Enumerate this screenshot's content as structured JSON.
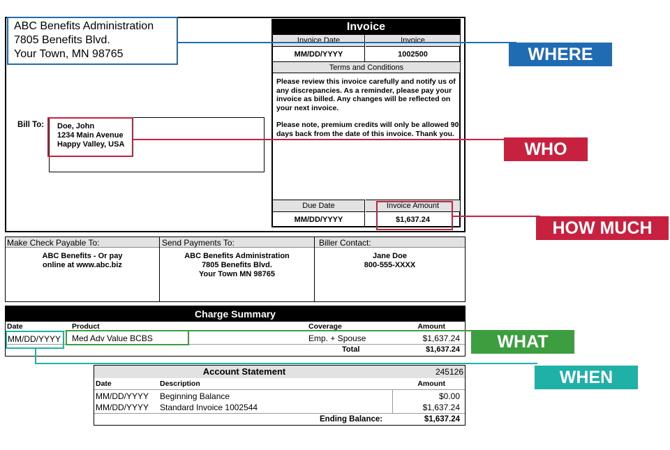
{
  "sender": {
    "name": "ABC Benefits Administration",
    "street": "7805 Benefits Blvd.",
    "city": "Your Town, MN  98765"
  },
  "bill_to": {
    "label": "Bill To:",
    "name": "Doe, John",
    "street": "1234 Main Avenue",
    "city": "Happy Valley, USA"
  },
  "invoice": {
    "title": "Invoice",
    "date_header": "Invoice Date",
    "number_header": "Invoice",
    "date": "MM/DD/YYYY",
    "number": "1002500",
    "terms_header": "Terms and Conditions",
    "terms_p1": "Please review this invoice carefully and notify us of any discrepancies.  As a reminder, please pay your invoice as billed.  Any changes will be reflected on your next invoice.",
    "terms_p2": "Please note, premium credits will only be allowed 90 days back from the date of this invoice. Thank you.",
    "due_header": "Due Date",
    "amount_header": "Invoice Amount",
    "due_date": "MM/DD/YYYY",
    "amount": "$1,637.24"
  },
  "payment": {
    "payable_header": "Make Check Payable To:",
    "payable_line1": "ABC Benefits - Or pay",
    "payable_line2": "online at www.abc.biz",
    "send_header": "Send Payments To:",
    "send_line1": "ABC Benefits Administration",
    "send_line2": "7805 Benefits Blvd.",
    "send_line3": "Your Town MN  98765",
    "contact_header": "Biller Contact:",
    "contact_name": "Jane Doe",
    "contact_phone": "800-555-XXXX"
  },
  "charge_summary": {
    "title": "Charge Summary",
    "headers": {
      "date": "Date",
      "product": "Product",
      "coverage": "Coverage",
      "amount": "Amount"
    },
    "row": {
      "date": "MM/DD/YYYY",
      "product": "Med Adv Value BCBS",
      "coverage": "Emp. + Spouse",
      "amount": "$1,637.24"
    },
    "total_label": "Total",
    "total": "$1,637.24"
  },
  "account_statement": {
    "title": "Account Statement",
    "account_number": "245126",
    "headers": {
      "date": "Date",
      "description": "Description",
      "amount": "Amount"
    },
    "rows": [
      {
        "date": "MM/DD/YYYY",
        "description": "Beginning Balance",
        "amount": "$0.00"
      },
      {
        "date": "MM/DD/YYYY",
        "description": "Standard Invoice 1002544",
        "amount": "$1,637.24"
      }
    ],
    "ending_label": "Ending Balance:",
    "ending_balance": "$1,637.24"
  },
  "callouts": {
    "where": "WHERE",
    "who": "WHO",
    "how_much": "HOW MUCH",
    "what": "WHAT",
    "when": "WHEN"
  },
  "colors": {
    "where": "#1f6cb5",
    "who": "#c8203f",
    "how_much": "#c8203f",
    "what": "#3c9e3e",
    "when": "#1fb0a8"
  }
}
